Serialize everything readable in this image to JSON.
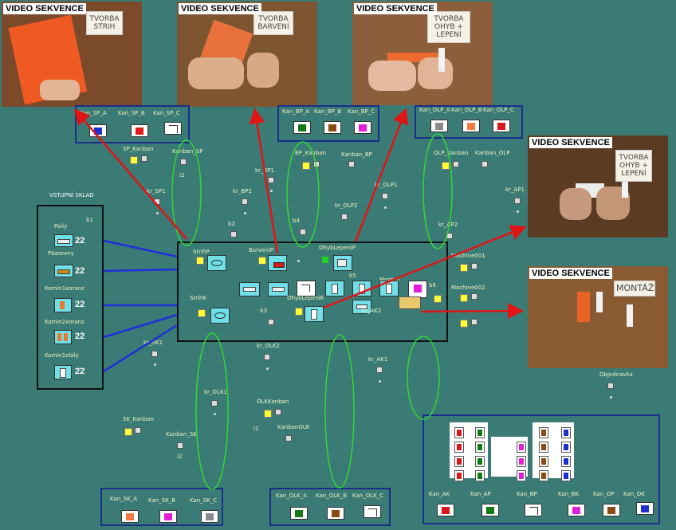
{
  "videos": [
    {
      "title": "VIDEO SEKVENCE",
      "note": "TVORBA STRIH"
    },
    {
      "title": "VIDEO SEKVENCE",
      "note": "TVORBA BARVENÍ"
    },
    {
      "title": "VIDEO SEKVENCE",
      "note": "TVORBA OHYB + LEPENÍ"
    },
    {
      "title": "VIDEO SEKVENCE",
      "note": "TVORBA OHYB + LEPENÍ"
    },
    {
      "title": "VIDEO SEKVENCE",
      "note": "MONTÁŽ"
    }
  ],
  "warehouse": {
    "title": "VSTUPNÍ SKLAD",
    "b1": "b1",
    "items": [
      {
        "label": "Paily",
        "count": "22"
      },
      {
        "label": "Pbarevny",
        "count": "22"
      },
      {
        "label": "Komin1xoranz",
        "count": "22"
      },
      {
        "label": "Komin2xoranz",
        "count": "22"
      },
      {
        "label": "Komin1xbily",
        "count": "22"
      }
    ]
  },
  "kanban_top": {
    "sp": [
      "Kan_SP_A",
      "Kan_SP_B",
      "Kan_SP_C"
    ],
    "bp": [
      "Kan_BP_A",
      "Kan_BP_B",
      "Kan_BP_C"
    ],
    "olp": [
      "Kan_OLP_A",
      "Kan_OLP_B",
      "Kan_OLP_C"
    ]
  },
  "kanban_bottom": {
    "sk": [
      "Kan_SK_A",
      "Kan_SK_B",
      "Kan_SK_C"
    ],
    "olk": [
      "Kan_OLK_A",
      "Kan_OLK_B",
      "Kan_OLK_C"
    ]
  },
  "board": [
    "Kan_AK",
    "Kan_AP",
    "Kan_BP",
    "Kan_BK",
    "Kan_OP",
    "Kan_OK"
  ],
  "labels": {
    "sp_kanban": "SP_Kanban",
    "kanban_sp": "Kanban_SP",
    "kr_sp1": "kr_SP1",
    "i2": "i2",
    "kr_bp1": "kr_BP1",
    "kr_bp2": "kr_BP2",
    "b2": "b2",
    "bp_kanban": "BP_Kanban",
    "b4": "b4",
    "kanban_bp": "Kanban_BP",
    "kr_olp2": "kr_OLP2",
    "kr_olp1": "kr_OLP1",
    "olp_kanban": "OLP_Kanban",
    "kanban_olp": "Kanban_OLP",
    "kr_ap1": "kr_AP1",
    "kr_ap2": "kr_AP2",
    "strihp": "StrihP",
    "barvenip": "BarveniP",
    "ohybp": "OhybLepeniP",
    "b5": "b5",
    "montaz": "Montaz",
    "b6": "b6",
    "strihk": "StrihK",
    "b3": "b3",
    "ohybk": "OhybLepeniK",
    "kr_ak2": "kr_AK2",
    "machine001": "Machine001",
    "machine002": "Machine002",
    "kr_ak1": "kr_AK1",
    "kr_sk1": "kr_SK1",
    "kr_olk2": "kr_OLK2",
    "kr_olk1": "kr_OLK1",
    "olk_kanban": "OLKKanban",
    "kanban_olk": "KanbanOLK",
    "sk_kanban": "SK_Kanban",
    "kanban_sk": "Kanban_SK",
    "objednavka": "Objednavka"
  }
}
